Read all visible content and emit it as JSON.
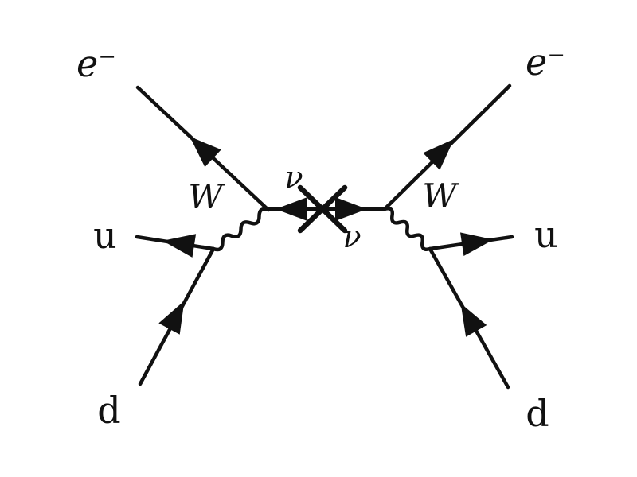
{
  "colors": {
    "line": "#111111",
    "background": "#ffffff"
  },
  "particles": {
    "electron_out_left": {
      "base": "e",
      "sup": "−"
    },
    "electron_out_right": {
      "base": "e",
      "sup": "−"
    },
    "w_boson_left": "W",
    "w_boson_right": "W",
    "neutrino_upper": "ν",
    "neutrino_lower": "ν",
    "up_quark_left": "u",
    "up_quark_right": "u",
    "down_quark_left": "d",
    "down_quark_right": "d"
  }
}
